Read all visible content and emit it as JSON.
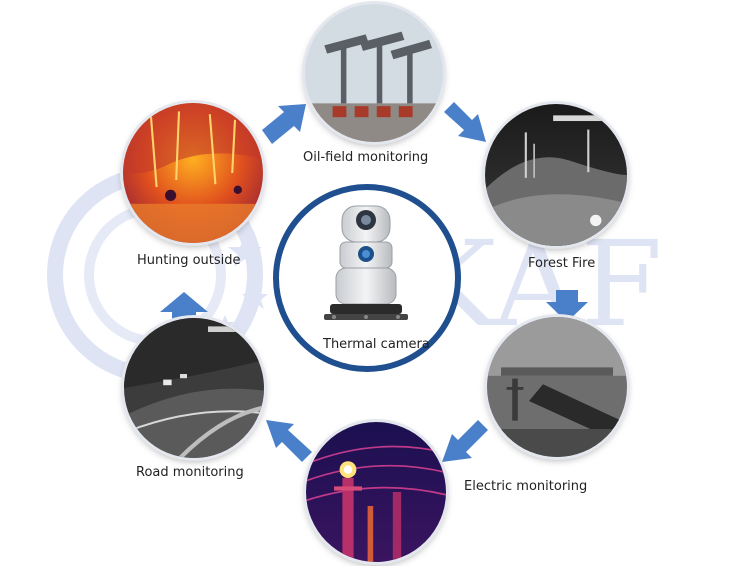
{
  "watermark": {
    "text": "KAF"
  },
  "center": {
    "label": "Thermal camera"
  },
  "nodes": [
    {
      "key": "oil",
      "label": "Oil-field monitoring"
    },
    {
      "key": "forest",
      "label": "Forest Fire"
    },
    {
      "key": "electric",
      "label": "Electric monitoring"
    },
    {
      "key": "power",
      "label": ""
    },
    {
      "key": "road",
      "label": "Road monitoring"
    },
    {
      "key": "hunting",
      "label": "Hunting outside"
    }
  ],
  "colors": {
    "arrow": "#4a80c9",
    "ring": "#1f4f8f",
    "watermark": "#dfe4f5"
  }
}
